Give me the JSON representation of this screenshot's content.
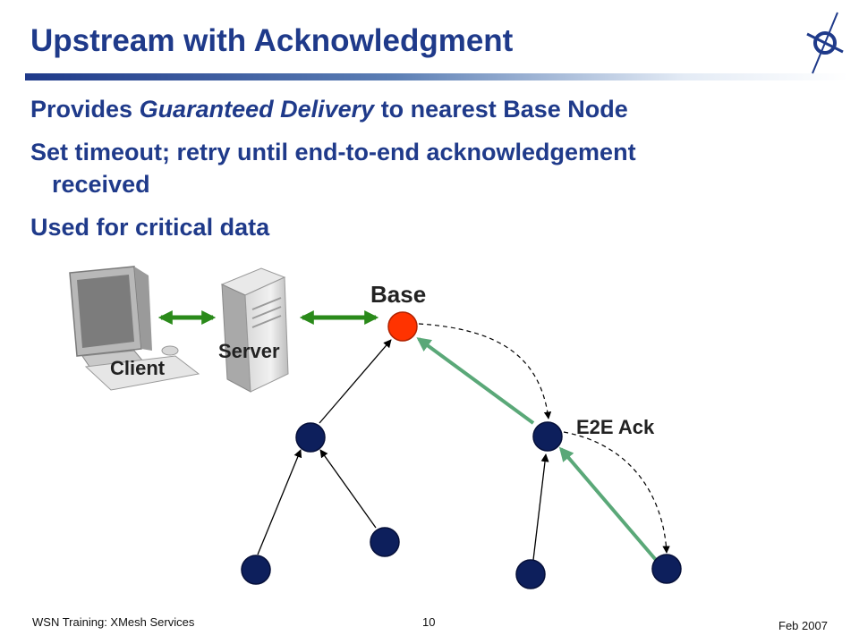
{
  "slide": {
    "title": "Upstream with Acknowledgment",
    "logo_icon": "compass-logo-icon",
    "bullets": [
      {
        "pre": "Provides ",
        "em": "Guaranteed Delivery",
        "post": " to nearest Base Node"
      },
      {
        "line1": "Set timeout; retry until end-to-end acknowledgement",
        "line2": "received"
      },
      {
        "text": "Used for critical data"
      }
    ]
  },
  "diagram": {
    "labels": {
      "base": "Base",
      "server": "Server",
      "client": "Client",
      "ack": "E2E Ack"
    },
    "icons": {
      "client": "desktop-computer-icon",
      "server": "tower-server-icon"
    },
    "colors": {
      "base_node": "#ff3300",
      "node": "#0d1f5c",
      "path": "#5aa878",
      "link": "#2a8a1a"
    }
  },
  "footer": {
    "left": "WSN Training: XMesh Services",
    "page": "10",
    "date": "Feb 2007"
  }
}
